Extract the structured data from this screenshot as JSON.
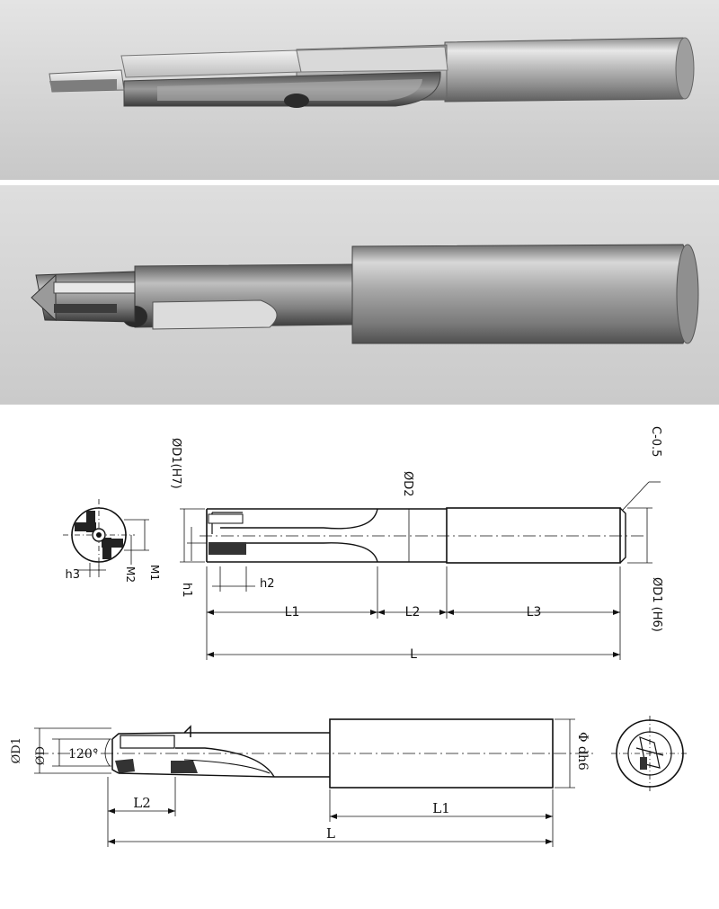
{
  "drawing1": {
    "labels": {
      "d1_h7": "ØD1(H7)",
      "d2": "ØD2",
      "c05": "C-0.5",
      "d1_h6": "ØD1 (H6)",
      "h3": "h3",
      "m1": "M1",
      "m2": "M2",
      "h1": "h1",
      "h2": "h2",
      "l1": "L1",
      "l2": "L2",
      "l3": "L3",
      "l": "L"
    }
  },
  "drawing2": {
    "labels": {
      "d1": "ØD1",
      "d": "ØD",
      "angle": "120°",
      "dh6": "Φ dh6",
      "l2": "L2",
      "l1": "L1",
      "l": "L"
    }
  },
  "colors": {
    "photo_background": "#cfcfcf",
    "steel_light": "#e6e6e6",
    "steel_dark": "#5a5a5a",
    "ink": "#111111"
  }
}
